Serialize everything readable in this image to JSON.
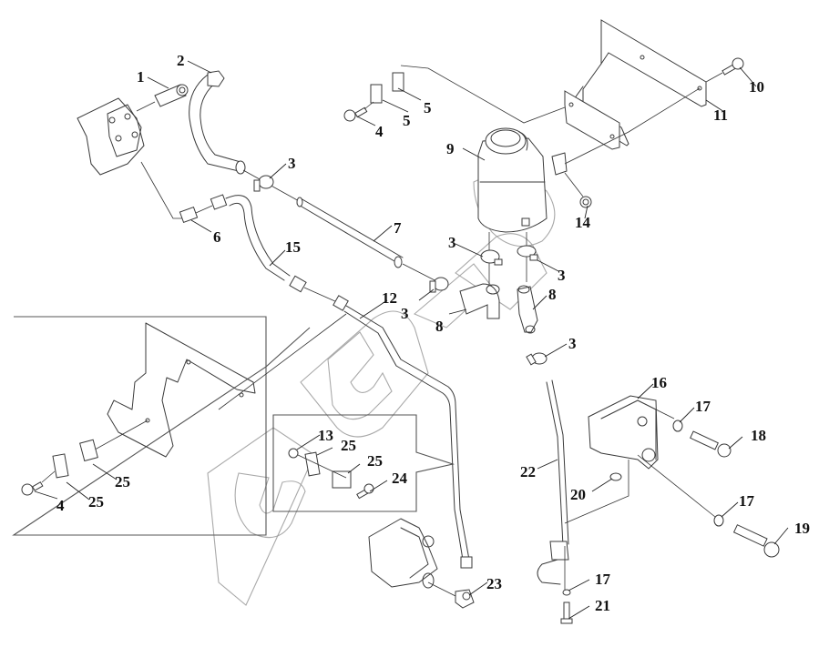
{
  "diagram": {
    "type": "exploded-parts-diagram",
    "subject": "Reservoir, hoses and pump line assembly",
    "watermark_text": "SW",
    "callouts": [
      {
        "id": "c1",
        "label": "1",
        "part": "fitting-adapter"
      },
      {
        "id": "c2",
        "label": "2",
        "part": "corrugated-hose-upper"
      },
      {
        "id": "c3a",
        "label": "3",
        "part": "hose-clamp"
      },
      {
        "id": "c3b",
        "label": "3",
        "part": "hose-clamp"
      },
      {
        "id": "c3c",
        "label": "3",
        "part": "hose-clamp"
      },
      {
        "id": "c3d",
        "label": "3",
        "part": "hose-clamp"
      },
      {
        "id": "c3e",
        "label": "3",
        "part": "hose-clamp"
      },
      {
        "id": "c4a",
        "label": "4",
        "part": "bolt"
      },
      {
        "id": "c4b",
        "label": "4",
        "part": "bolt"
      },
      {
        "id": "c5a",
        "label": "5",
        "part": "clip"
      },
      {
        "id": "c5b",
        "label": "5",
        "part": "clip"
      },
      {
        "id": "c6",
        "label": "6",
        "part": "fitting"
      },
      {
        "id": "c7",
        "label": "7",
        "part": "tube"
      },
      {
        "id": "c8a",
        "label": "8",
        "part": "elbow-hose"
      },
      {
        "id": "c8b",
        "label": "8",
        "part": "elbow-hose"
      },
      {
        "id": "c9",
        "label": "9",
        "part": "reservoir"
      },
      {
        "id": "c10",
        "label": "10",
        "part": "bolt"
      },
      {
        "id": "c11",
        "label": "11",
        "part": "mounting-bracket"
      },
      {
        "id": "c12",
        "label": "12",
        "part": "pressure-line"
      },
      {
        "id": "c13",
        "label": "13",
        "part": "nut"
      },
      {
        "id": "c14",
        "label": "14",
        "part": "flange-nut"
      },
      {
        "id": "c15",
        "label": "15",
        "part": "corrugated-hose-lower"
      },
      {
        "id": "c16",
        "label": "16",
        "part": "pump"
      },
      {
        "id": "c17a",
        "label": "17",
        "part": "washer"
      },
      {
        "id": "c17b",
        "label": "17",
        "part": "washer"
      },
      {
        "id": "c17c",
        "label": "17",
        "part": "washer"
      },
      {
        "id": "c18",
        "label": "18",
        "part": "socket-head-screw"
      },
      {
        "id": "c19",
        "label": "19",
        "part": "socket-head-screw"
      },
      {
        "id": "c20",
        "label": "20",
        "part": "o-ring"
      },
      {
        "id": "c21",
        "label": "21",
        "part": "bolt"
      },
      {
        "id": "c22",
        "label": "22",
        "part": "suction-line"
      },
      {
        "id": "c23",
        "label": "23",
        "part": "elbow-fitting"
      },
      {
        "id": "c24",
        "label": "24",
        "part": "bolt"
      },
      {
        "id": "c25a",
        "label": "25",
        "part": "clamp-half"
      },
      {
        "id": "c25b",
        "label": "25",
        "part": "clamp-half"
      },
      {
        "id": "c25c",
        "label": "25",
        "part": "clamp-half"
      },
      {
        "id": "c25d",
        "label": "25",
        "part": "clamp-half"
      }
    ]
  }
}
